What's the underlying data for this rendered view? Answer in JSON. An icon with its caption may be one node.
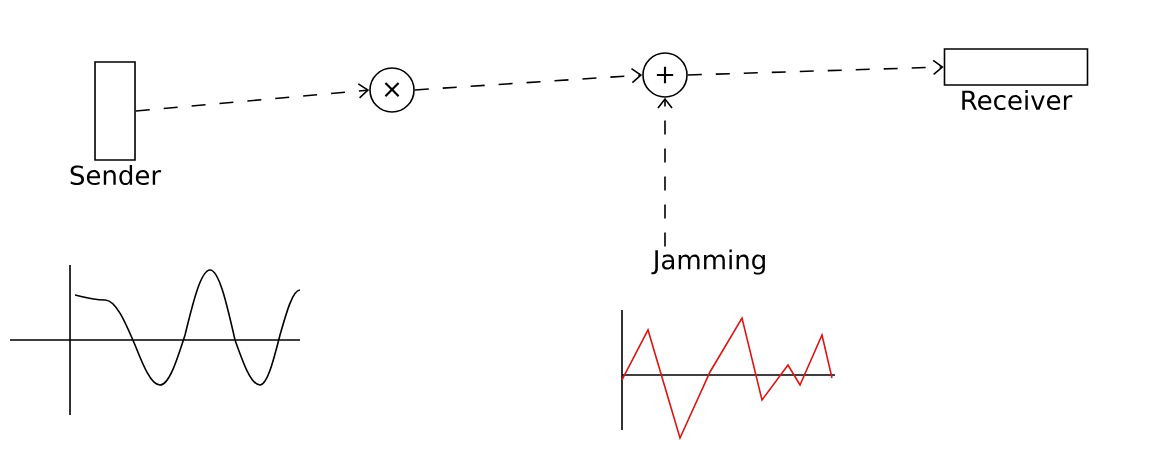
{
  "diagram": {
    "nodes": [
      {
        "text": [
          "Sender"
        ]
      },
      {
        "text": [
          "×"
        ]
      },
      {
        "text": [
          "+"
        ]
      },
      {
        "text": [
          "Receiver"
        ]
      },
      {
        "text": [
          "Jamming"
        ]
      }
    ],
    "edges": [
      {
        "from": 0,
        "to": 1,
        "arrow": "to",
        "style": "dashed"
      },
      {
        "from": 1,
        "to": 2,
        "arrow": "to",
        "style": "dashed"
      },
      {
        "from": 2,
        "to": 3,
        "arrow": "to",
        "style": "dashed"
      },
      {
        "from": 4,
        "to": 2,
        "arrow": "to",
        "style": "dashed"
      }
    ]
  }
}
